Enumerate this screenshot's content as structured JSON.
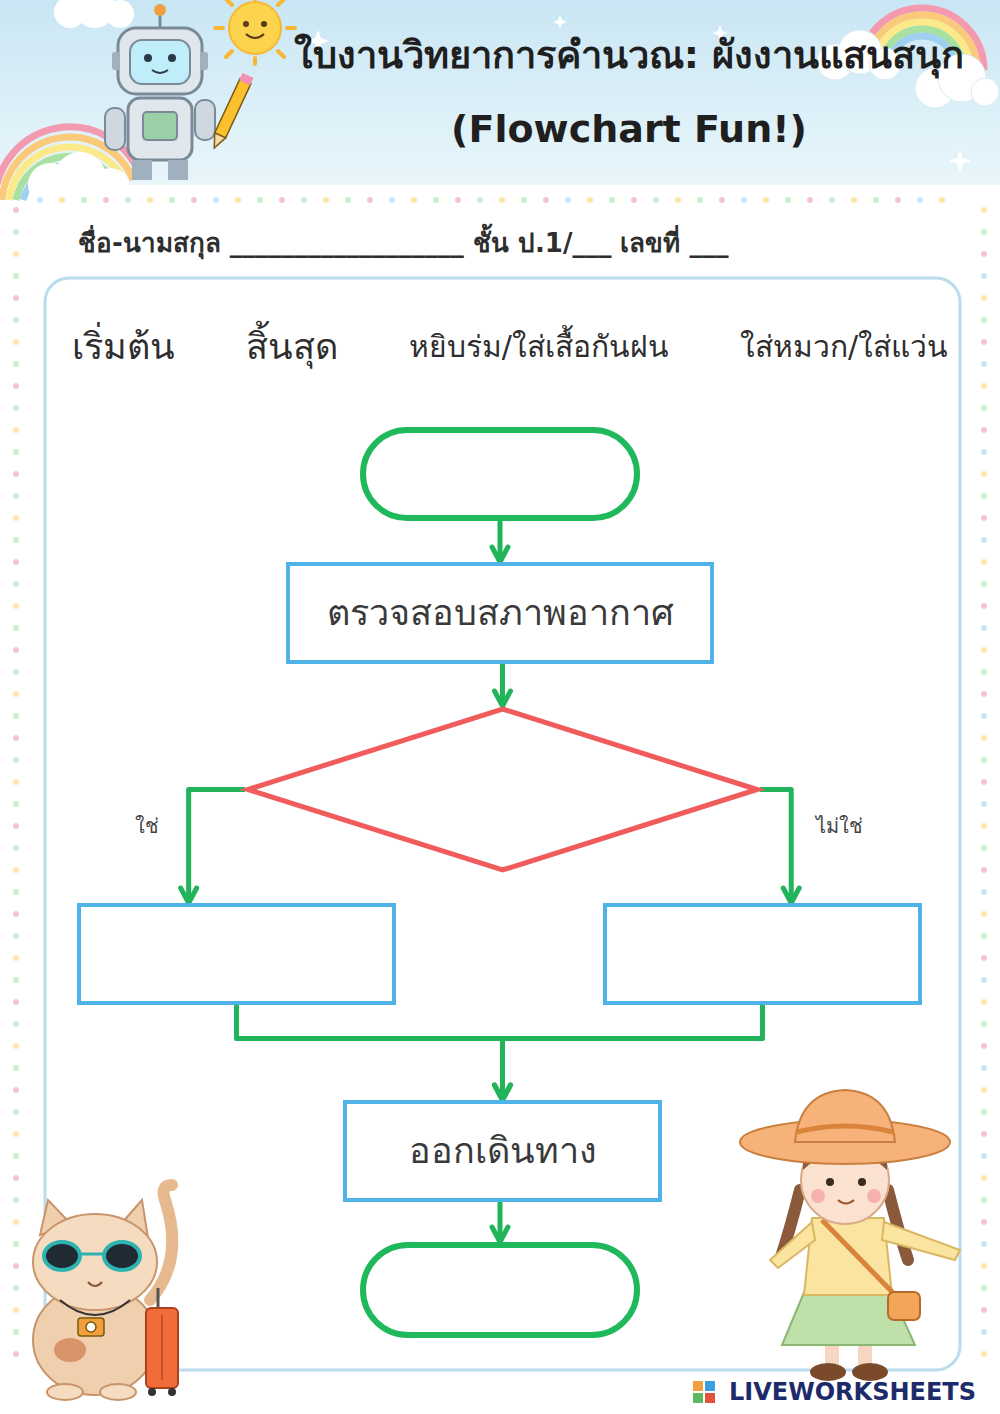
{
  "diagram": {
    "title": "ใบงานวิทยาการคำนวณ: ผังงานแสนสนุก (Flowchart Fun!)",
    "nodes": [
      {
        "text": []
      },
      {
        "text": [
          "ตรวจสอบสภาพอากาศ"
        ]
      },
      {
        "text": []
      },
      {
        "text": []
      },
      {
        "text": []
      },
      {
        "text": [
          "ออกเดินทาง"
        ]
      },
      {
        "text": []
      }
    ],
    "edges": [
      {
        "from": 0,
        "to": 1,
        "arrow": "to"
      },
      {
        "from": 1,
        "to": 2,
        "arrow": "to"
      },
      {
        "from": 2,
        "to": 3,
        "label": "ใช่",
        "arrow": "to"
      },
      {
        "from": 2,
        "to": 4,
        "label": "ไม่ใช่",
        "arrow": "to"
      },
      {
        "from": 3,
        "to": 5,
        "arrow": "to"
      },
      {
        "from": 4,
        "to": 5,
        "arrow": "to"
      },
      {
        "from": 5,
        "to": 6,
        "arrow": "to"
      }
    ],
    "labels": [
      "ชื่อ-นามสกุล __________________ ชั้น ป.1/___ เลขที่ ___",
      "เริ่มต้น",
      "สิ้นสุด",
      "หยิบร่ม/ใส่เสื้อกันฝน",
      "ใส่หมวก/ใส่แว่น",
      "LIVEWORKSHEETS"
    ]
  }
}
